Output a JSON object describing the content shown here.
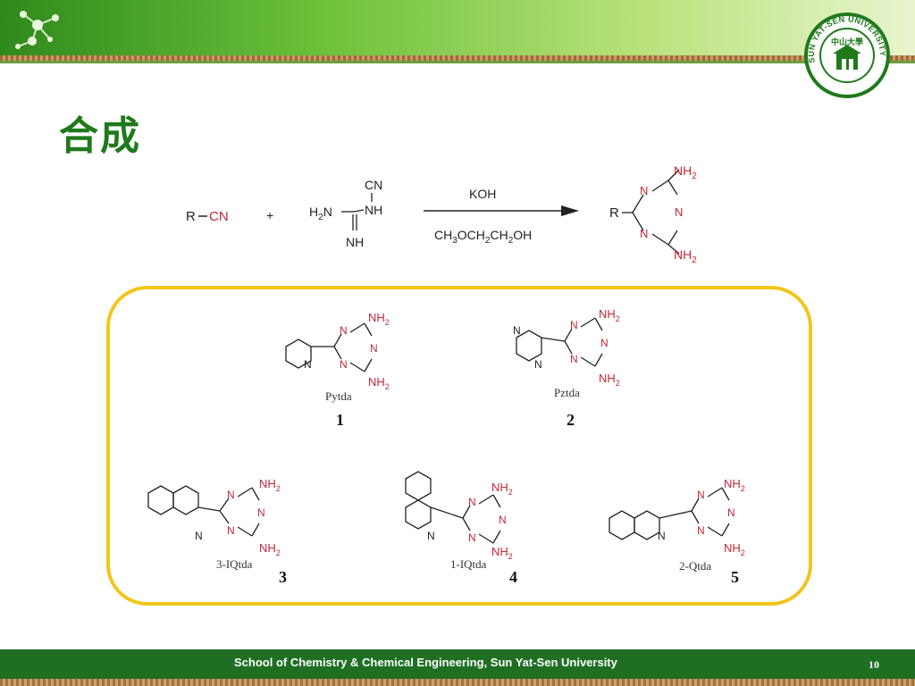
{
  "slide": {
    "title": "合成",
    "footer": "School of Chemistry & Chemical Engineering, Sun Yat-Sen University",
    "page_number": "10",
    "seal_text": "SUN YAT-SEN UNIVERSITY",
    "seal_chinese": "中山大學"
  },
  "reaction": {
    "reactant1_r": "R",
    "reactant1_cn": "CN",
    "plus": "+",
    "reagent_cn": "CN",
    "reagent_nh": "NH",
    "reagent_h2n": "H",
    "reagent_h2n_sub": "2",
    "reagent_h2n_n": "N",
    "reagent_imine": "NH",
    "condition_top": "KOH",
    "condition_bottom": [
      "CH",
      "3",
      "OCH",
      "2",
      "CH",
      "2",
      "OH"
    ],
    "product_r": "R",
    "nh2_main": "NH",
    "nh2_sub": "2",
    "n_atom": "N"
  },
  "compounds": [
    {
      "name": "Pytda",
      "number": "1"
    },
    {
      "name": "Pztda",
      "number": "2"
    },
    {
      "name": "3-IQtda",
      "number": "3"
    },
    {
      "name": "1-IQtda",
      "number": "4"
    },
    {
      "name": "2-Qtda",
      "number": "5"
    }
  ],
  "colors": {
    "green_title": "#1f7a1a",
    "footer_green": "#1f6f23",
    "box_border": "#f2c51c",
    "heteroatom_red": "#c0283a"
  }
}
